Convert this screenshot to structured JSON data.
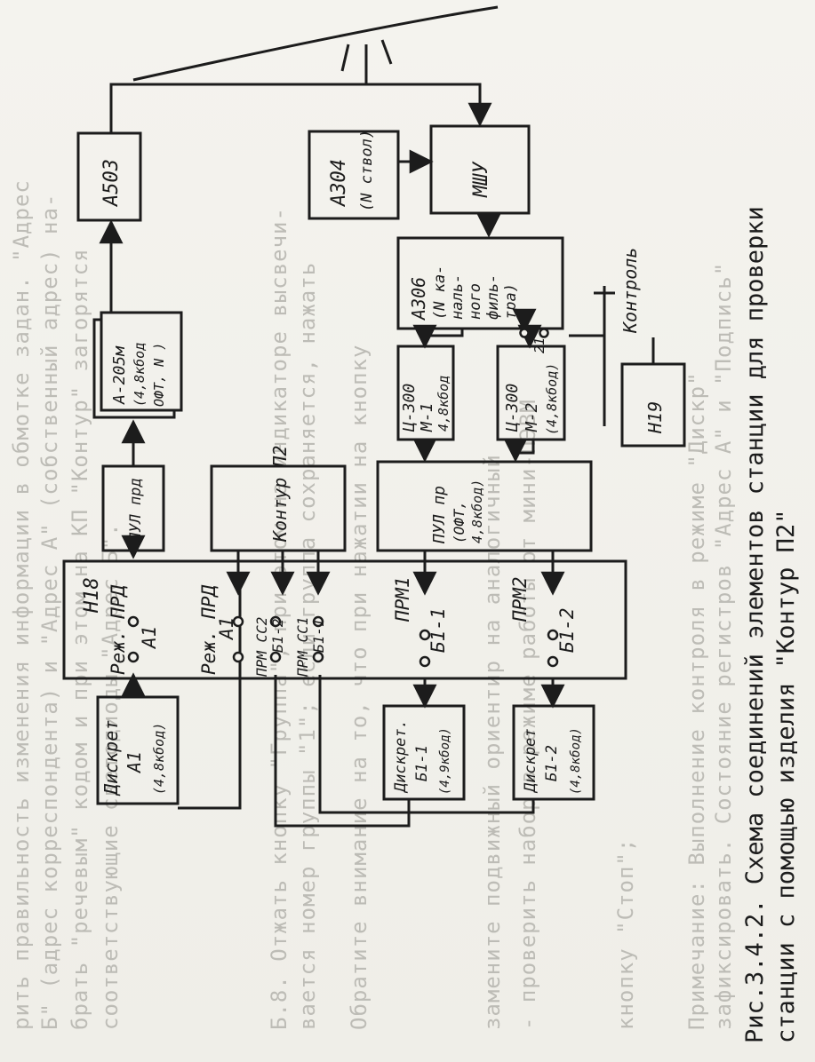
{
  "caption": {
    "line1": "Рис.3.4.2. Схема соединений элементов станции для проверки",
    "line2": "станции с помощью изделия \"Контур П2\""
  },
  "bleed": [
    "рить правильность изменения информации в обмотке задан. \"Адрес",
    "Б\" (адрес корреспондента) и \"Адрес А\" (собственный адрес) на-",
    "брать \"речевым\" кодом и при этом на КП \"Контур\" загорятся",
    "соответствующие светодиоды \"Адрес Б\".",
    "Б.8. Отжать кнопку \"Группа\", при этом на индикаторе высвечи-",
    "вается номер группы \"1\"; если группа сохраняется, нажать",
    "Обратите внимание на то, что при нажатии на кнопку",
    "замените подвижный ориентир на аналогичный",
    "- проверить набор в режиме работы от мини-ПЭВМ",
    "кнопку \"Стоп\";",
    "Примечание: Выполнение контроля в режиме \"Дискр\"",
    "зафиксировать. Состояние регистров \"Адрес А\" и \"Подпись\""
  ],
  "blocks": {
    "a503": "А503",
    "a304": [
      "А304",
      "(N ствол)"
    ],
    "mshu": "МШУ",
    "a306": [
      "А306",
      "(N ка-",
      "наль-",
      "ного",
      "филь-",
      "тра)"
    ],
    "a205": [
      "А-205м",
      "(4,8кбод",
      "ОФТ, N )"
    ],
    "pul_prd": "ПУЛ прд",
    "kontur": "Контур П2",
    "ts300_1": [
      "Ц-300",
      "М-1",
      "4,8кбод"
    ],
    "ts300_2": [
      "Ц-300",
      "М-2",
      "(4,8кбод)"
    ],
    "pul_pr": [
      "ПУЛ пр",
      "(ОФТ,",
      "4,8кбод)"
    ],
    "n19": "Н19",
    "diskret_a1": [
      "Дискрет",
      "А1",
      "(4,8кбод)"
    ],
    "diskret_b11": [
      "Дискрет.",
      "Б1-1",
      "(4,9кбод)"
    ],
    "diskret_b12": [
      "Дискрет",
      "Б1-2",
      "(4,8кбод)"
    ]
  },
  "panel_h18": {
    "title": "Н18",
    "rezh_prd_1": [
      "Реж. ПРД",
      "А1"
    ],
    "rezh_prd_2": [
      "Реж. ПРД",
      "А1"
    ],
    "prm_ss2": [
      "ПРМ СС2",
      "Б1-2"
    ],
    "prm_ss1": [
      "ПРМ СС1",
      "Б1-1"
    ],
    "prm1": [
      "ПРМ1",
      "Б1-1"
    ],
    "prm2": [
      "ПРМ2",
      "Б1-2"
    ]
  },
  "kontrol": "Контроль",
  "switch_pins": "21"
}
